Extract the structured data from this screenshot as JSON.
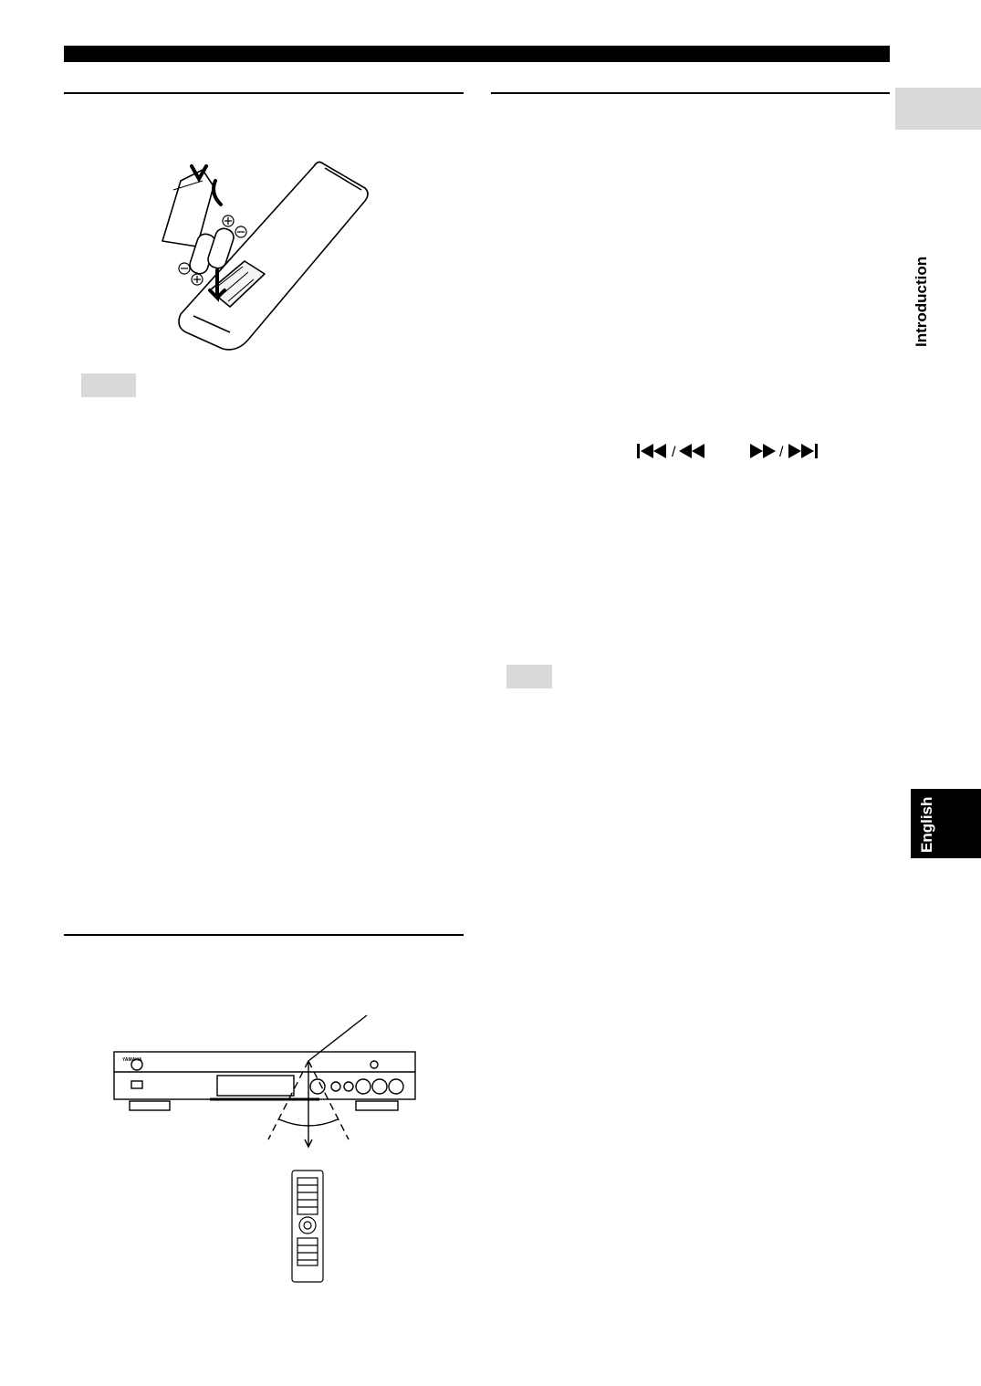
{
  "sidebar": {
    "section_label": "Introduction",
    "language_label": "English"
  },
  "icons": {
    "battery_diagram": "remote-battery-insertion-illustration",
    "player_diagram": "player-remote-sensor-illustration",
    "skip_back_icon": "skip-back-rewind-icon",
    "skip_forward_icon": "fast-forward-skip-icon"
  },
  "colors": {
    "ink": "#000000",
    "note_box": "#d9d9d9"
  }
}
